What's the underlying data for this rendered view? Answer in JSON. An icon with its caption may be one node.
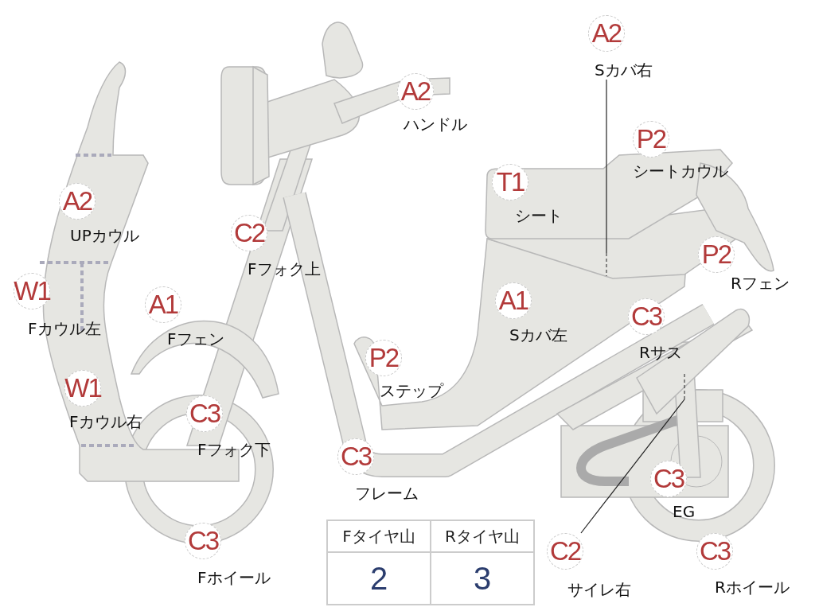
{
  "diagram": {
    "nodes": [
      {
        "text": [
          "A2",
          "UPカウル"
        ]
      },
      {
        "text": [
          "W1",
          "Fカウル左"
        ]
      },
      {
        "text": [
          "W1",
          "Fカウル右"
        ]
      },
      {
        "text": [
          "A1",
          "Fフェン"
        ]
      },
      {
        "text": [
          "C2",
          "Fフォク上"
        ]
      },
      {
        "text": [
          "C3",
          "Fフォク下"
        ]
      },
      {
        "text": [
          "C3",
          "Fホイール"
        ]
      },
      {
        "text": [
          "A2",
          "ハンドル"
        ]
      },
      {
        "text": [
          "A2",
          "Sカバ右"
        ]
      },
      {
        "text": [
          "P2",
          "シートカウル"
        ]
      },
      {
        "text": [
          "T1",
          "シート"
        ]
      },
      {
        "text": [
          "P2",
          "Rフェン"
        ]
      },
      {
        "text": [
          "A1",
          "Sカバ左"
        ]
      },
      {
        "text": [
          "C3",
          "Rサス"
        ]
      },
      {
        "text": [
          "P2",
          "ステップ"
        ]
      },
      {
        "text": [
          "C3",
          "フレーム"
        ]
      },
      {
        "text": [
          "C3",
          "EG"
        ]
      },
      {
        "text": [
          "C2",
          "サイレ右"
        ]
      },
      {
        "text": [
          "C3",
          "Rホイール"
        ]
      }
    ],
    "edges": [
      {
        "from": 8,
        "to": null,
        "arrow": "none"
      },
      {
        "from": 17,
        "to": null,
        "arrow": "none"
      }
    ],
    "labels": [
      "Fタイヤ山",
      "Rタイヤ山",
      "2",
      "3"
    ]
  }
}
